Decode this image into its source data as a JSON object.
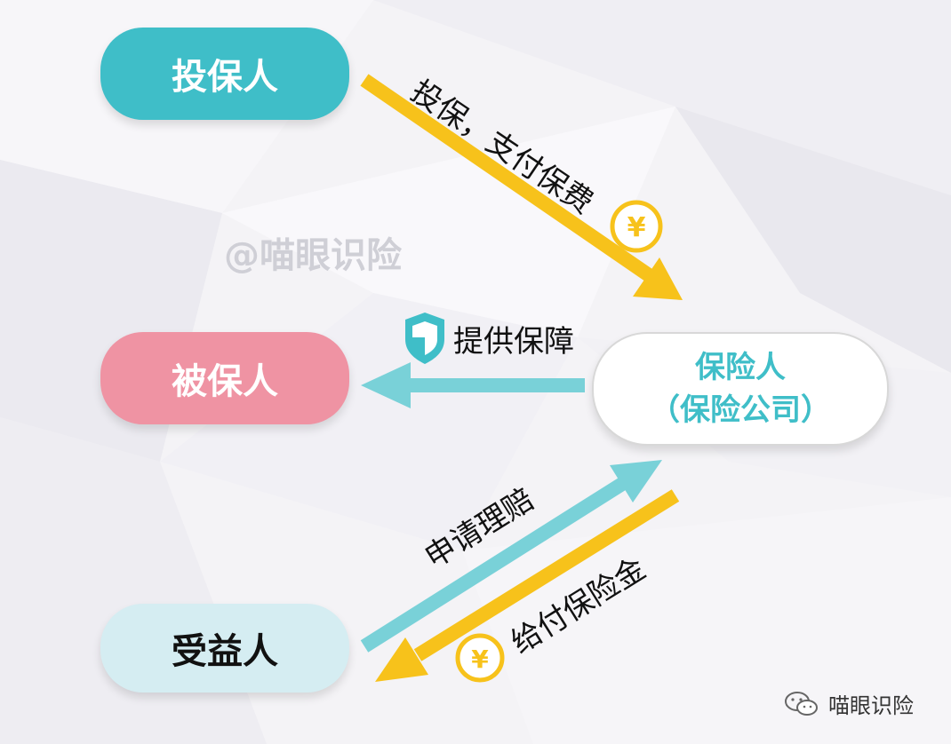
{
  "nodes": {
    "policyholder": "投保人",
    "insured": "被保人",
    "beneficiary": "受益人",
    "insurer_line1": "保险人",
    "insurer_line2": "（保险公司）"
  },
  "labels": {
    "pay_premium": "投保，支付保费",
    "provide_protection": "提供保障",
    "apply_claim": "申请理赔",
    "pay_benefit": "给付保险金"
  },
  "watermark": "@喵眼识险",
  "wechat_name": "喵眼识险",
  "icons": {
    "coin": "yuan-coin-icon",
    "shield": "shield-icon",
    "wechat": "wechat-icon"
  },
  "colors": {
    "teal": "#3fbec8",
    "pink": "#ef93a3",
    "light_blue": "#d5edf2",
    "gold": "#f7c21b",
    "arrow_teal": "#79d1d8"
  }
}
